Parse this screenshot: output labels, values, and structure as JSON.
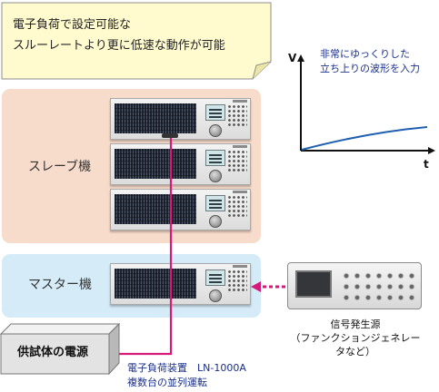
{
  "note": {
    "line1": "電子負荷で設定可能な",
    "line2": "スルーレートより更に低速な動作が可能"
  },
  "panels": {
    "slave_label": "スレーブ機",
    "master_label": "マスター機"
  },
  "power_source": {
    "label": "供試体の電源"
  },
  "load_caption": {
    "line1": "電子負荷装置　LN-1000A",
    "line2": "複数台の並列運転"
  },
  "signal_generator": {
    "name": "信号発生源",
    "detail": "（ファンクションジェネレータなど）"
  },
  "graph": {
    "caption_line1": "非常にゆっくりした",
    "caption_line2": "立ち上りの波形を入力",
    "y_axis": "V",
    "x_axis": "t"
  },
  "colors": {
    "slave_panel": "#f8dccb",
    "master_panel": "#d5ebf7",
    "note_bg": "#fffbcf",
    "connection_line": "#d61a7a",
    "waveform": "#1f5fb0",
    "caption_text": "#1a2f8a"
  }
}
